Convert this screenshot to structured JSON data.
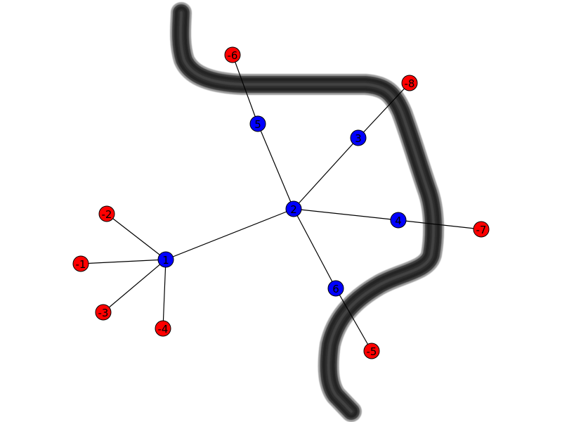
{
  "colors": {
    "positive_node": "#0000ff",
    "negative_node": "#ff0000",
    "edge": "#000000",
    "path": "#2b2b2b"
  },
  "nodes": [
    {
      "id": "1",
      "label": "1",
      "kind": "positive"
    },
    {
      "id": "2",
      "label": "2",
      "kind": "positive"
    },
    {
      "id": "3",
      "label": "3",
      "kind": "positive"
    },
    {
      "id": "4",
      "label": "4",
      "kind": "positive"
    },
    {
      "id": "5",
      "label": "5",
      "kind": "positive"
    },
    {
      "id": "6",
      "label": "6",
      "kind": "positive"
    },
    {
      "id": "-1",
      "label": "-1",
      "kind": "negative"
    },
    {
      "id": "-2",
      "label": "-2",
      "kind": "negative"
    },
    {
      "id": "-3",
      "label": "-3",
      "kind": "negative"
    },
    {
      "id": "-4",
      "label": "-4",
      "kind": "negative"
    },
    {
      "id": "-5",
      "label": "-5",
      "kind": "negative"
    },
    {
      "id": "-6",
      "label": "-6",
      "kind": "negative"
    },
    {
      "id": "-7",
      "label": "-7",
      "kind": "negative"
    },
    {
      "id": "-8",
      "label": "-8",
      "kind": "negative"
    }
  ],
  "edges": [
    {
      "from": "1",
      "to": "2"
    },
    {
      "from": "1",
      "to": "-1"
    },
    {
      "from": "1",
      "to": "-2"
    },
    {
      "from": "1",
      "to": "-3"
    },
    {
      "from": "1",
      "to": "-4"
    },
    {
      "from": "2",
      "to": "3"
    },
    {
      "from": "2",
      "to": "4"
    },
    {
      "from": "2",
      "to": "5"
    },
    {
      "from": "2",
      "to": "6"
    },
    {
      "from": "3",
      "to": "-8"
    },
    {
      "from": "4",
      "to": "-7"
    },
    {
      "from": "5",
      "to": "-6"
    },
    {
      "from": "6",
      "to": "-5"
    }
  ]
}
